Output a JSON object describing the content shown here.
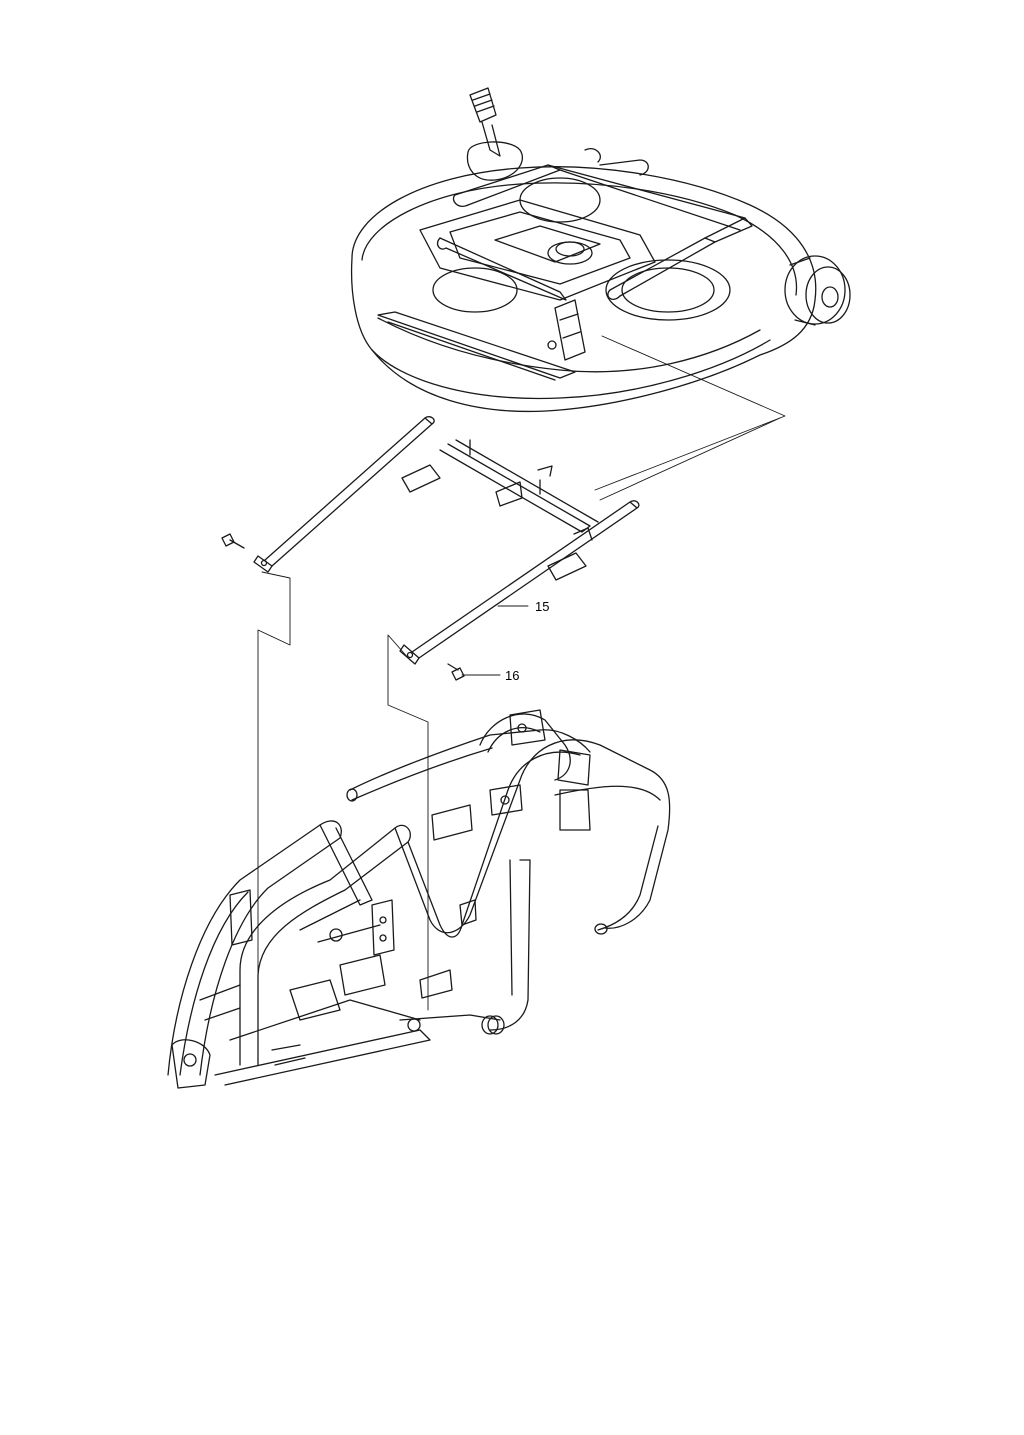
{
  "callouts": [
    {
      "id": "15",
      "label": "15"
    },
    {
      "id": "16",
      "label": "16"
    }
  ],
  "colors": {
    "line": "#1a1a1a",
    "background": "#ffffff"
  }
}
